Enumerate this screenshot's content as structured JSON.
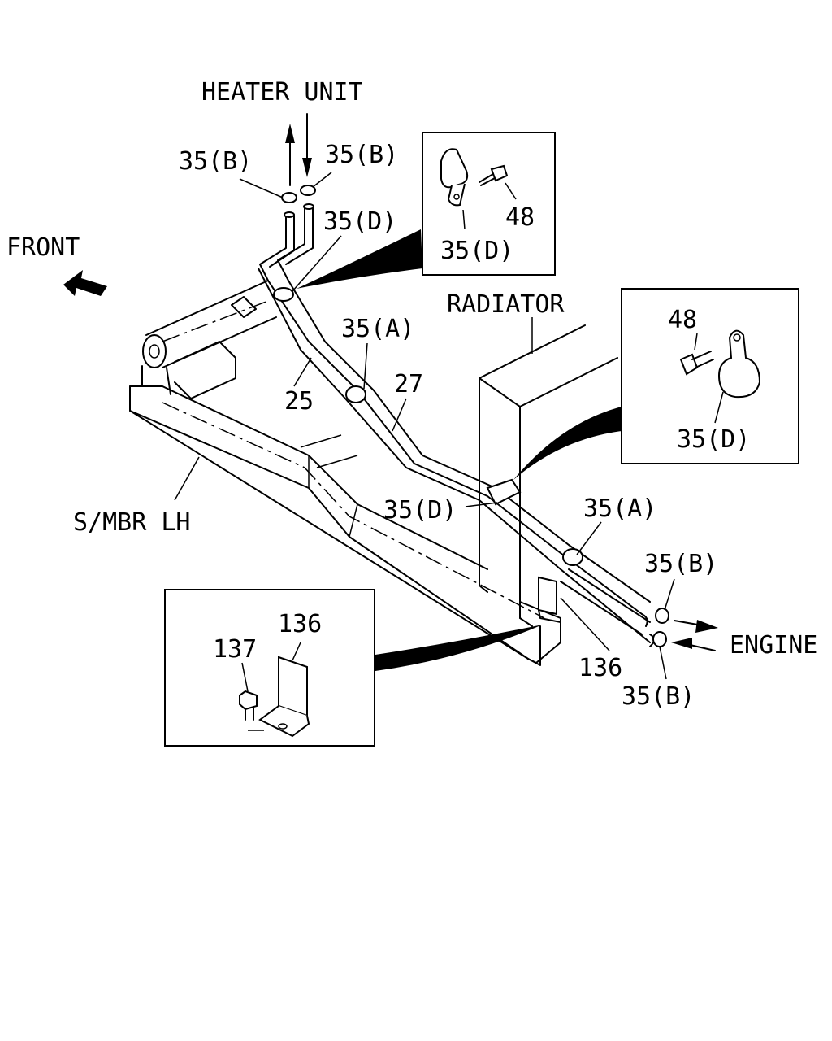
{
  "labels": {
    "heater_unit": "HEATER UNIT",
    "front": "FRONT",
    "radiator": "RADIATOR",
    "sidemember": "S/MBR LH",
    "engine": "ENGINE"
  },
  "callouts": {
    "clamp_b_top_left": "35(B)",
    "clamp_b_top_right": "35(B)",
    "clip_d_top": "35(D)",
    "clamp_a_upper": "35(A)",
    "hose_25": "25",
    "hose_27": "27",
    "clip_d_mid": "35(D)",
    "clamp_a_lower": "35(A)",
    "clamp_b_engine_upper": "35(B)",
    "clamp_b_engine_lower": "35(B)",
    "bracket_136": "136"
  },
  "inset_top": {
    "bolt": "48",
    "clip": "35(D)"
  },
  "inset_right": {
    "bolt": "48",
    "clip": "35(D)"
  },
  "inset_bottom": {
    "bracket": "136",
    "bolt": "137"
  }
}
